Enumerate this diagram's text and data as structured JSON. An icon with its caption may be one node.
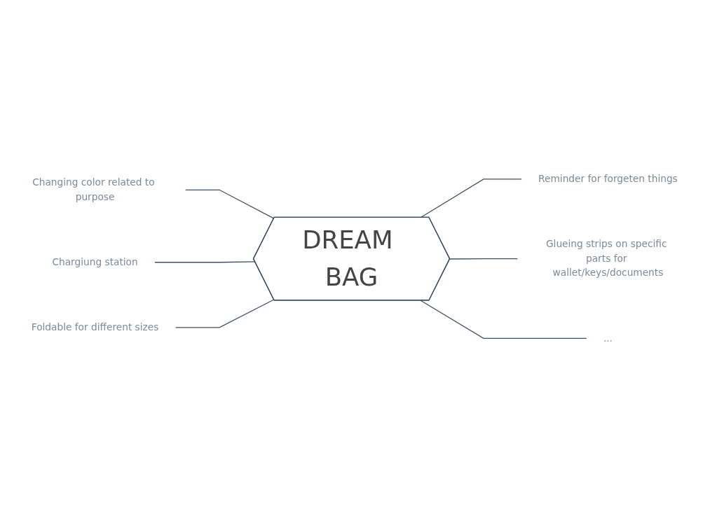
{
  "diagram": {
    "nodes": [
      {
        "text": [
          "DREAM BAG"
        ]
      },
      {
        "text": [
          "Changing color related to purpose"
        ]
      },
      {
        "text": [
          "Reminder for forgeten things"
        ]
      },
      {
        "text": [
          "Chargiung station"
        ]
      },
      {
        "text": [
          "Glueing strips on specific parts for wallet/keys/documents"
        ]
      },
      {
        "text": [
          "Foldable for different sizes"
        ]
      },
      {
        "text": [
          "..."
        ]
      }
    ],
    "edges": [
      {
        "from": 1,
        "to": 0,
        "arrow": "none"
      },
      {
        "from": 0,
        "to": 2,
        "arrow": "none"
      },
      {
        "from": 3,
        "to": 0,
        "arrow": "none"
      },
      {
        "from": 0,
        "to": 4,
        "arrow": "none"
      },
      {
        "from": 5,
        "to": 0,
        "arrow": "none"
      },
      {
        "from": 0,
        "to": 6,
        "arrow": "none"
      }
    ]
  }
}
